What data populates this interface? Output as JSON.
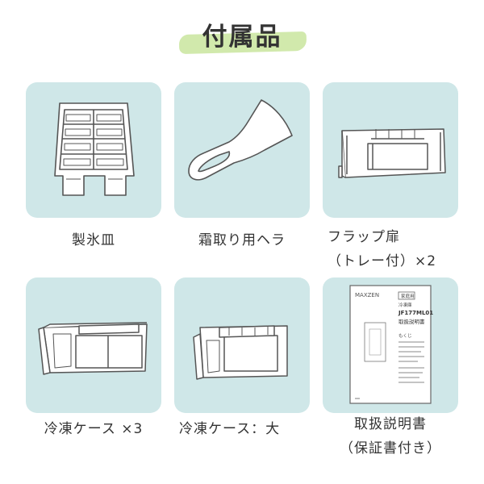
{
  "title": "付属品",
  "colors": {
    "card_bg": "#cfe7e8",
    "title_accent": "#cfe8a8",
    "text": "#333333",
    "line": "#555555"
  },
  "items": [
    {
      "lines": [
        "製氷皿"
      ],
      "icon": "ice-tray-icon"
    },
    {
      "lines": [
        "霜取り用ヘラ"
      ],
      "icon": "frost-scraper-icon"
    },
    {
      "lines": [
        "フラップ扉",
        "（トレー付）×2"
      ],
      "icon": "flap-door-icon"
    },
    {
      "lines": [
        "冷凍ケース ×3"
      ],
      "icon": "freezer-case-icon"
    },
    {
      "lines": [
        "冷凍ケース：大"
      ],
      "icon": "large-freezer-case-icon"
    },
    {
      "lines": [
        "取扱説明書",
        "（保証書付き）"
      ],
      "icon": "manual-icon"
    }
  ],
  "manual": {
    "tag": "家庭用",
    "brand": "MAXZEN",
    "type": "冷凍庫",
    "model": "JF177ML01",
    "doc": "取扱説明書",
    "contents": "もくじ"
  }
}
